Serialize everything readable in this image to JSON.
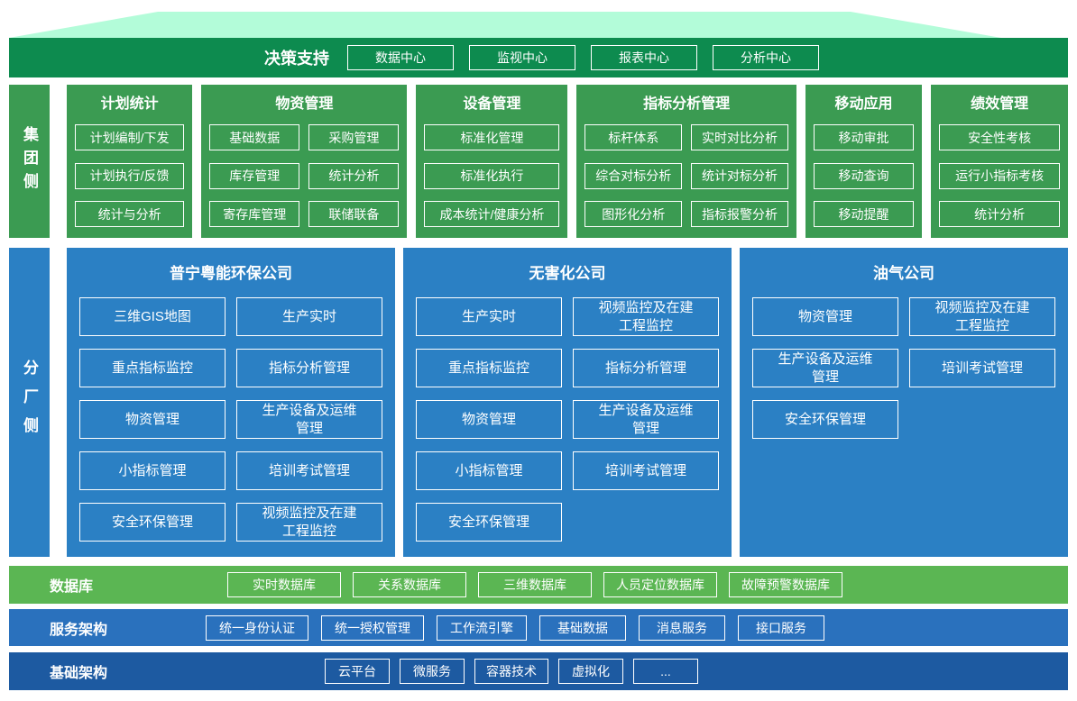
{
  "colors": {
    "mint_top": "#b3fcd9",
    "decision_green": "#0d8b4f",
    "group_green": "#3b9b52",
    "database_green": "#5bb653",
    "plant_blue": "#2b80c4",
    "service_blue": "#2a71bd",
    "infra_blue": "#1d5aa1"
  },
  "decision_bar": {
    "label": "决策支持",
    "items": [
      "数据中心",
      "监视中心",
      "报表中心",
      "分析中心"
    ]
  },
  "group_side": {
    "label": "集团侧",
    "panels": [
      {
        "title": "计划统计",
        "items": [
          "计划编制/下发",
          "计划执行/反馈",
          "统计与分析"
        ]
      },
      {
        "title": "物资管理",
        "items": [
          "基础数据",
          "采购管理",
          "库存管理",
          "统计分析",
          "寄存库管理",
          "联储联备"
        ]
      },
      {
        "title": "设备管理",
        "items": [
          "标准化管理",
          "标准化执行",
          "成本统计/健康分析"
        ]
      },
      {
        "title": "指标分析管理",
        "items": [
          "标杆体系",
          "实时对比分析",
          "综合对标分析",
          "统计对标分析",
          "图形化分析",
          "指标报警分析"
        ]
      },
      {
        "title": "移动应用",
        "items": [
          "移动审批",
          "移动查询",
          "移动提醒"
        ]
      },
      {
        "title": "绩效管理",
        "items": [
          "安全性考核",
          "运行小指标考核",
          "统计分析"
        ]
      }
    ]
  },
  "plant_side": {
    "label": "分厂侧",
    "companies": [
      {
        "title": "普宁粤能环保公司",
        "items": [
          "三维GIS地图",
          "生产实时",
          "重点指标监控",
          "指标分析管理",
          "物资管理",
          "生产设备及运维\n管理",
          "小指标管理",
          "培训考试管理",
          "安全环保管理",
          "视频监控及在建\n工程监控"
        ]
      },
      {
        "title": "无害化公司",
        "items": [
          "生产实时",
          "视频监控及在建\n工程监控",
          "重点指标监控",
          "指标分析管理",
          "物资管理",
          "生产设备及运维\n管理",
          "小指标管理",
          "培训考试管理",
          "安全环保管理"
        ]
      },
      {
        "title": "油气公司",
        "items": [
          "物资管理",
          "视频监控及在建\n工程监控",
          "生产设备及运维\n管理",
          "培训考试管理",
          "安全环保管理"
        ]
      }
    ]
  },
  "database_bar": {
    "label": "数据库",
    "items": [
      "实时数据库",
      "关系数据库",
      "三维数据库",
      "人员定位数据库",
      "故障预警数据库"
    ]
  },
  "service_bar": {
    "label": "服务架构",
    "items": [
      "统一身份认证",
      "统一授权管理",
      "工作流引擎",
      "基础数据",
      "消息服务",
      "接口服务"
    ]
  },
  "infra_bar": {
    "label": "基础架构",
    "items": [
      "云平台",
      "微服务",
      "容器技术",
      "虚拟化",
      "..."
    ]
  }
}
